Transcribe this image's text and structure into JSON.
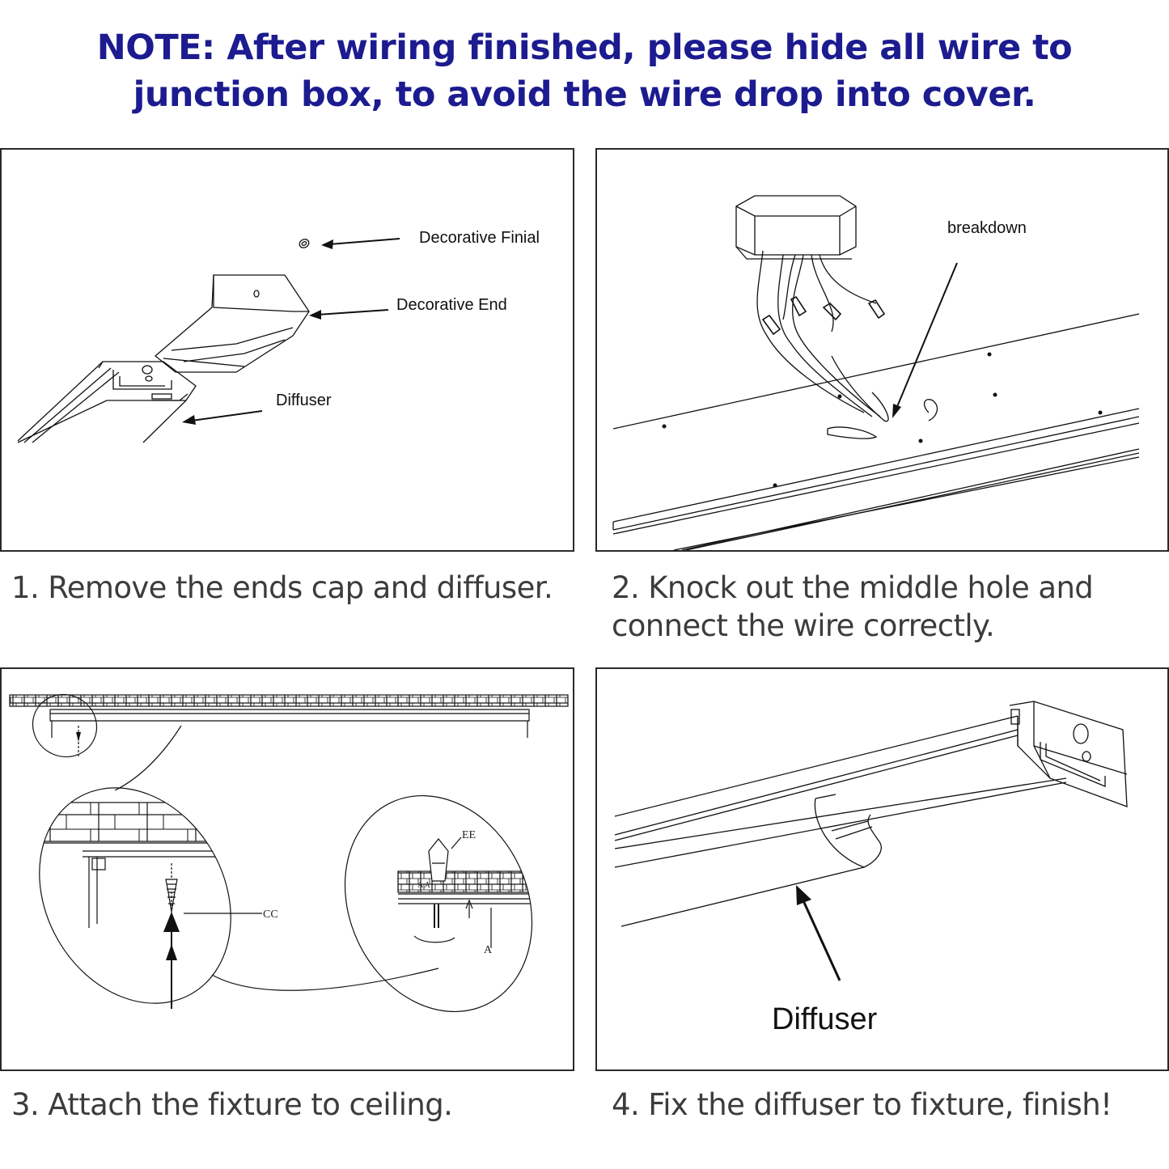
{
  "note": {
    "line1": "NOTE:  After wiring finished, please hide all wire to",
    "line2": "junction box, to avoid the wire drop into cover."
  },
  "steps": [
    {
      "caption": "1. Remove the ends cap and diffuser.",
      "labels": {
        "finial": "Decorative Finial",
        "end": "Decorative End",
        "diffuser": "Diffuser"
      }
    },
    {
      "caption_line1": "2. Knock out the middle hole and",
      "caption_line2": "connect the wire correctly.",
      "labels": {
        "breakdown": "breakdown"
      }
    },
    {
      "caption": "3. Attach the fixture to ceiling.",
      "labels": {
        "cc": "CC",
        "ee": "EE",
        "a": "A",
        "aa": "A A"
      }
    },
    {
      "caption": "4. Fix the diffuser to fixture, finish!",
      "labels": {
        "diffuser": "Diffuser"
      }
    }
  ],
  "colors": {
    "note": "#1c1b8f",
    "caption": "#3c3c3c",
    "line": "#111111"
  }
}
